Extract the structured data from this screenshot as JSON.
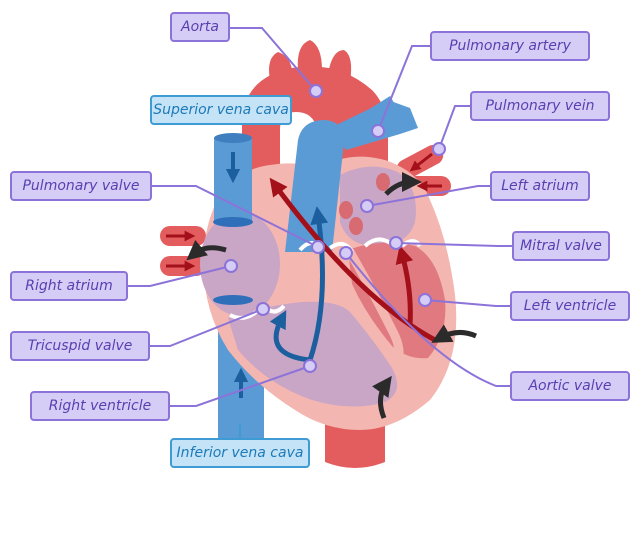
{
  "labels": {
    "aorta": "Aorta",
    "superior_vena_cava": "Superior vena cava",
    "pulmonary_artery": "Pulmonary artery",
    "pulmonary_vein": "Pulmonary vein",
    "pulmonary_valve": "Pulmonary valve",
    "left_atrium": "Left atrium",
    "mitral_valve": "Mitral valve",
    "right_atrium": "Right atrium",
    "left_ventricle": "Left ventricle",
    "tricuspid_valve": "Tricuspid valve",
    "aortic_valve": "Aortic valve",
    "right_ventricle": "Right ventricle",
    "inferior_vena_cava": "Inferior vena cava"
  },
  "colors": {
    "label_purple_fill": "#d5cdf6",
    "label_purple_border": "#8c73d9",
    "label_purple_text": "#5a3fb0",
    "label_blue_fill": "#c4e3f7",
    "label_blue_border": "#3f9bd3",
    "label_blue_text": "#1d7ab8",
    "oxygenated": "#e35d5f",
    "deoxygenated": "#5b9bd5",
    "heart_wall": "#f4b6b0",
    "flow_arrow": "#2b2b2b"
  }
}
